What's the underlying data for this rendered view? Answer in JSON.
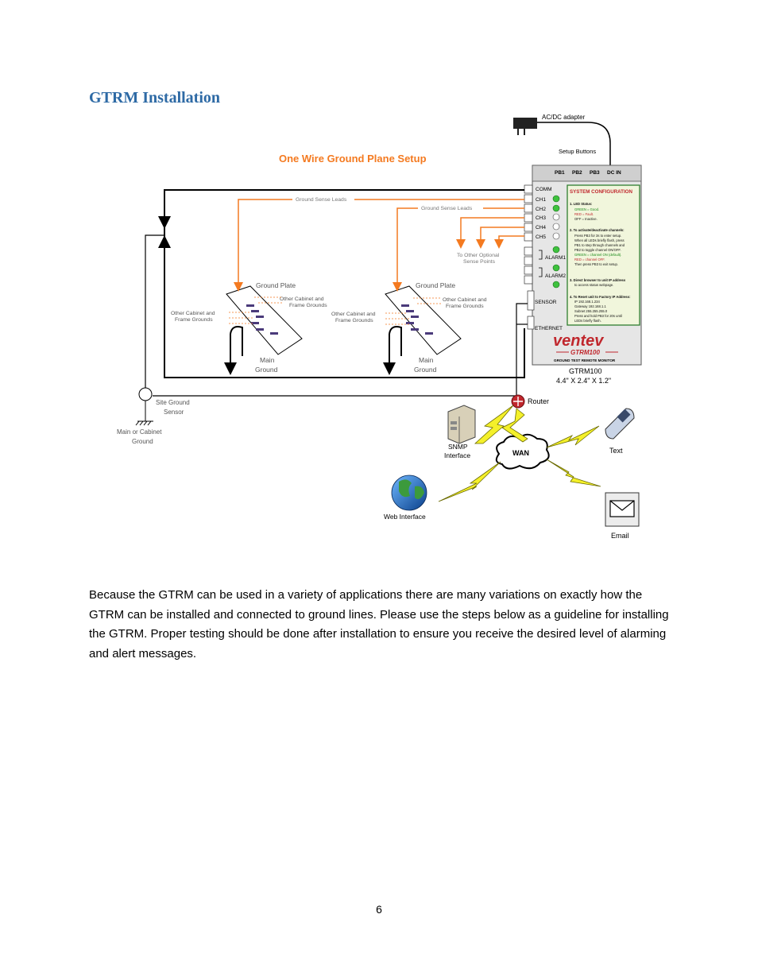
{
  "page": {
    "heading": "GTRM Installation",
    "paragraph": "Because the GTRM can be used in a variety of applications there are many variations on exactly how the GTRM can be installed and connected to ground lines.  Please use the steps below as a guideline for installing the GTRM.  Proper testing should be done after installation to ensure you receive the desired level of alarming and alert messages.",
    "page_number": "6"
  },
  "figure": {
    "title": "One Wire Ground Plane Setup",
    "adapter_label": "AC/DC adapter",
    "setup_buttons_label": "Setup Buttons",
    "buttons": [
      "PB1",
      "PB2",
      "PB3",
      "DC IN"
    ],
    "ports": [
      "COMM",
      "CH1",
      "CH2",
      "CH3",
      "CH4",
      "CH5",
      "ALARM1",
      "ALARM2",
      "SENSOR",
      "ETHERNET"
    ],
    "sense_leads_1": "Ground Sense Leads",
    "sense_leads_2": "Ground Sense Leads",
    "optional_points_1": "To Other Optional",
    "optional_points_2": "Sense Points",
    "ground_plate_1": "Ground Plate",
    "ground_plate_2": "Ground Plate",
    "other_grounds_a1": "Other Cabinet and",
    "other_grounds_a2": "Frame Grounds",
    "main_ground_1a": "Main",
    "main_ground_1b": "Ground",
    "main_ground_2a": "Main",
    "main_ground_2b": "Ground",
    "site_sensor_1": "Site Ground",
    "site_sensor_2": "Sensor",
    "cabinet_ground_1": "Main or Cabinet",
    "cabinet_ground_2": "Ground",
    "config_title": "SYSTEM CONFIGURATION",
    "config_lines": [
      "1. LED Status:",
      "GREEN  =  Good.",
      "RED      =  Fault.",
      "OFF      =  Inactive.",
      "2. To activate/deactivate channels:",
      "Press PB3 for 3s to enter setup.",
      "When all LEDs briefly flash, press",
      "PB1 to step through channels and",
      "PB2 to toggle channel ON/OFF.",
      "GREEN  = channel ON (default).",
      "RED      = channel OFF.",
      "Then press PB3 to exit  setup.",
      "3. Direct browser to unit IP address",
      "to access status webpage.",
      "4. To Reset unit to Factory IP Address:",
      "IP            192.168.1.234",
      "Gateway    192.168.1.1",
      "Subnet      255.255.255.0",
      "Press and hold PB3 for 20s until",
      "LEDs briefly flash."
    ],
    "brand": "ventev",
    "model_badge": "GTRM100",
    "product_name": "GROUND TEST REMOTE MONITOR",
    "model": "GTRM100",
    "dimensions": "4.4\" X 2.4\" X 1.2\"",
    "router": "Router",
    "snmp_1": "SNMP",
    "snmp_2": "Interface",
    "wan": "WAN",
    "text": "Text",
    "web": "Web Interface",
    "email": "Email"
  }
}
